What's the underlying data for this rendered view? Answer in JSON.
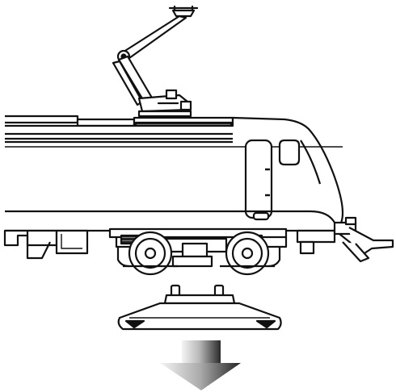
{
  "diagram": {
    "subject": "electric-locomotive-exploded-view",
    "parts": [
      {
        "name": "pantograph",
        "kind": "icon"
      },
      {
        "name": "locomotive-body",
        "kind": "icon"
      },
      {
        "name": "bogie",
        "kind": "icon"
      },
      {
        "name": "coupler",
        "kind": "icon"
      },
      {
        "name": "traction-tire-plate",
        "kind": "icon"
      },
      {
        "name": "down-arrow",
        "kind": "icon"
      }
    ],
    "colors": {
      "line": "#111111",
      "fill": "#ffffff",
      "arrow_light": "#f2f2f2",
      "arrow_dark": "#333333"
    }
  }
}
